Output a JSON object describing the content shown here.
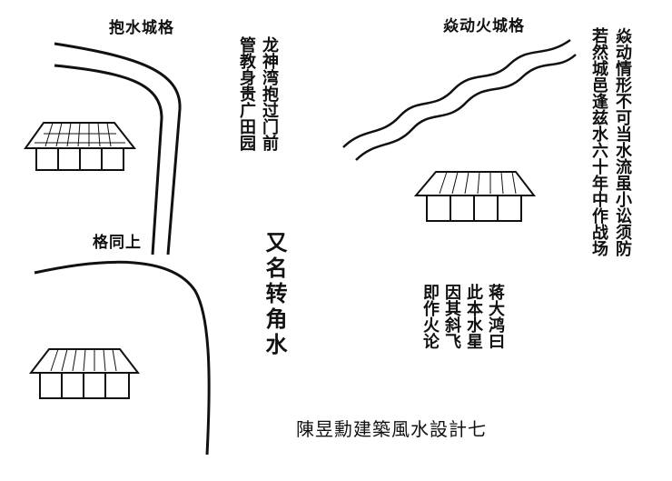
{
  "diagrams": {
    "top_left": {
      "title": "抱水城格",
      "notes": [
        "龙神湾抱过门前",
        "管教身贵广田园"
      ]
    },
    "bottom_left": {
      "title": "格同上",
      "notes": [
        "又名转角水"
      ]
    },
    "top_right": {
      "title": "焱动火城格",
      "notes": [
        "焱动情形不可当水流虽小讼须防",
        "若然城邑逢兹水六十年中作战场"
      ]
    },
    "bottom_right": {
      "notes": [
        "蒋大鸿曰",
        "此本水星",
        "因其斜飞",
        "即作火论"
      ]
    }
  },
  "caption": "陳昱勳建築風水設計七",
  "colors": {
    "ink": "#111111",
    "paper": "#ffffff"
  }
}
